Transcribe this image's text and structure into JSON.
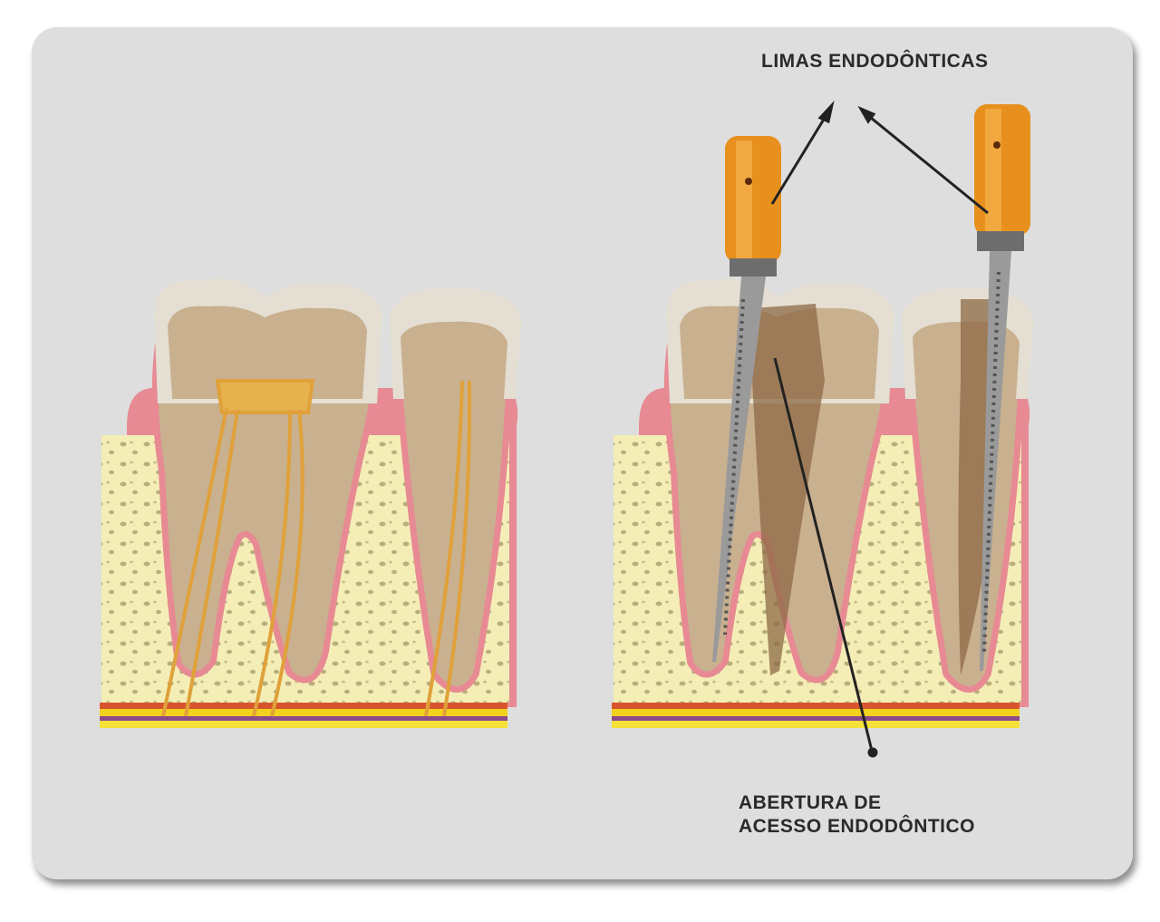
{
  "labels": {
    "files": "LIMAS ENDODÔNTICAS",
    "access_line1": "ABERTURA DE",
    "access_line2": "ACESSO ENDODÔNTICO"
  },
  "colors": {
    "background": "#dedede",
    "bone": "#f4eeb6",
    "gum": "#e78a94",
    "dentin": "#c9b08f",
    "enamel": "#e4dfd2",
    "pulp": "#e0a13a",
    "file_handle": "#e8901e"
  }
}
